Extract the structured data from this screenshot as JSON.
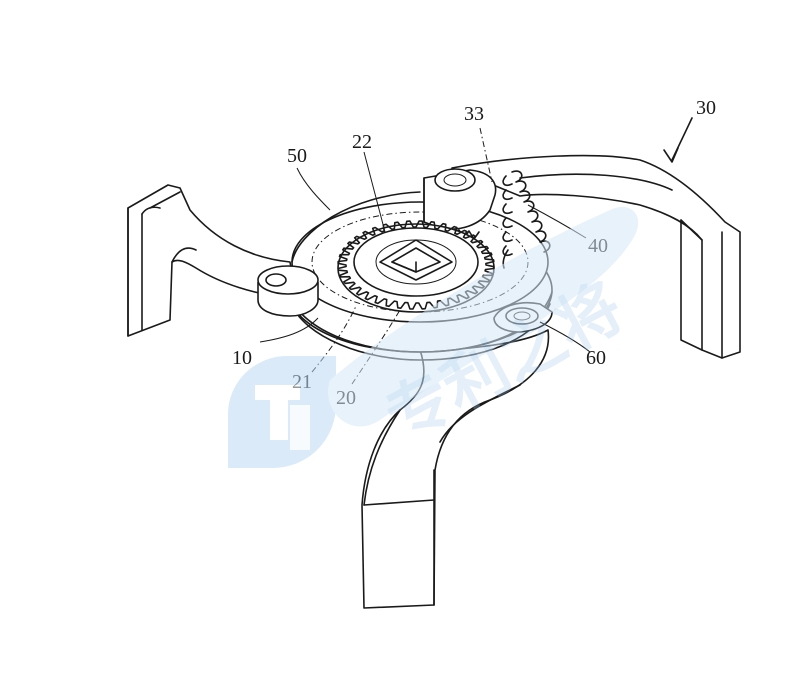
{
  "labels": {
    "l30": "30",
    "l33": "33",
    "l50": "50",
    "l22": "22",
    "l40": "40",
    "l10": "10",
    "l60": "60",
    "l21": "21",
    "l20": "20"
  },
  "watermark": {
    "text": "专利之将",
    "color": "#9cc6ea"
  }
}
